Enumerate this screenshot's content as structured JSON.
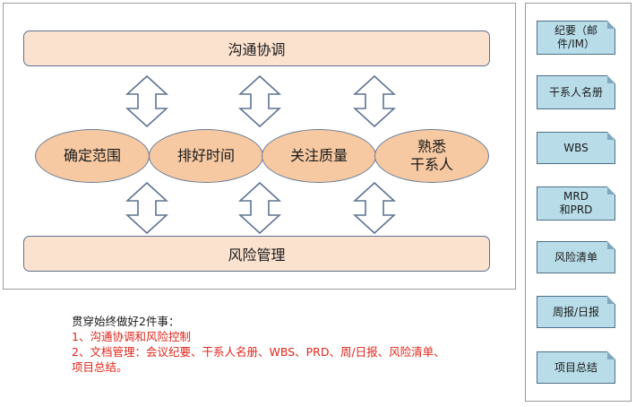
{
  "diagram": {
    "top_bar": "沟通协调",
    "bottom_bar": "风险管理",
    "ellipses": [
      "确定范围",
      "排好时间",
      "关注质量",
      "熟悉\n干系人"
    ],
    "documents": [
      "纪要（邮件/IM）",
      "干系人名册",
      "WBS",
      "MRD\n和PRD",
      "风险清单",
      "周报/日报",
      "项目总结"
    ],
    "colors": {
      "bar_fill": "#fbe2cf",
      "ellipse_fill": "#f6c9a2",
      "outline": "#5d7392",
      "doc_fill": "#b8dde9",
      "note_red": "#e0251b"
    },
    "icons": [
      "double-arrow-icon"
    ]
  },
  "note": {
    "line1": "贯穿始终做好2件事：",
    "line2": "1、沟通协调和风险控制",
    "line3": "2、文档管理：会议纪要、干系人名册、WBS、PRD、周/日报、风险清单、",
    "line4": "项目总结。"
  }
}
